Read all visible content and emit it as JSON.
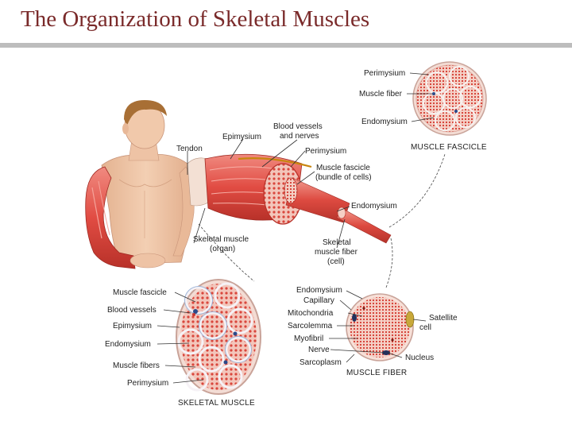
{
  "title": "The Organization of Skeletal Muscles",
  "labels": {
    "perimysium_top": "Perimysium",
    "muscle_fiber_top": "Muscle fiber",
    "endomysium_top": "Endomysium",
    "muscle_fascicle_caption": "MUSCLE FASCICLE",
    "blood_vessels_nerves_l1": "Blood vessels",
    "blood_vessels_nerves_l2": "and nerves",
    "tendon": "Tendon",
    "epimysium_mid": "Epimysium",
    "perimysium_mid": "Perimysium",
    "muscle_fascicle_l1": "Muscle fascicle",
    "muscle_fascicle_l2": "(bundle of cells)",
    "endomysium_mid": "Endomysium",
    "skeletal_muscle_organ_l1": "Skeletal muscle",
    "skeletal_muscle_organ_l2": "(organ)",
    "skeletal_fiber_l1": "Skeletal",
    "skeletal_fiber_l2": "muscle fiber",
    "skeletal_fiber_l3": "(cell)",
    "muscle_fascicle_left": "Muscle fascicle",
    "blood_vessels_left": "Blood vessels",
    "epimysium_left": "Epimysium",
    "endomysium_left": "Endomysium",
    "muscle_fibers_left": "Muscle fibers",
    "perimysium_left": "Perimysium",
    "skeletal_muscle_caption": "SKELETAL MUSCLE",
    "endomysium_fiber": "Endomysium",
    "capillary": "Capillary",
    "mitochondria": "Mitochondria",
    "sarcolemma": "Sarcolemma",
    "myofibril": "Myofibril",
    "nerve": "Nerve",
    "sarcoplasm": "Sarcoplasm",
    "satellite_cell_l1": "Satellite",
    "satellite_cell_l2": "cell",
    "nucleus": "Nucleus",
    "muscle_fiber_caption": "MUSCLE FIBER"
  },
  "colors": {
    "title": "#7a2a2a",
    "muscle": "#e8584f",
    "muscle_dark": "#c8372f",
    "muscle_light": "#f6a59b",
    "skin": "#efc6a8",
    "hair": "#b07a3a",
    "sheath": "#f7d7cf"
  }
}
